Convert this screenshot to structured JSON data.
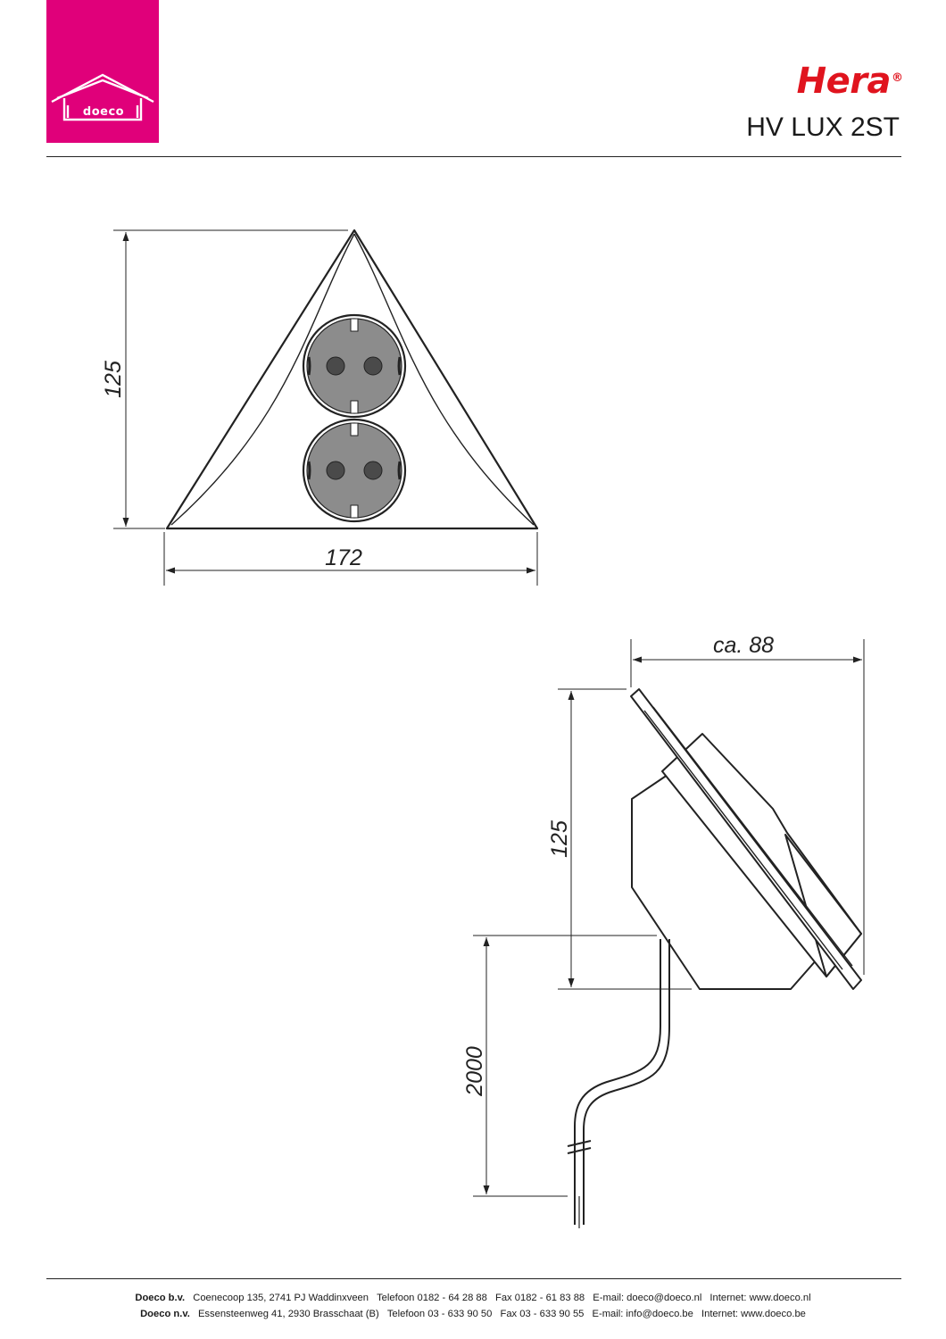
{
  "header": {
    "logo_text": "doeco",
    "brand": "Hera",
    "brand_mark": "®",
    "product_code": "HV LUX 2ST"
  },
  "front_view": {
    "height_label": "125",
    "width_label": "172"
  },
  "side_view": {
    "depth_label": "ca. 88",
    "height_label": "125",
    "cable_label": "2000"
  },
  "footer": {
    "line1": {
      "company": "Doeco b.v.",
      "address": "Coenecoop 135,   2741 PJ  Waddinxveen",
      "phone": "Telefoon 0182 - 64 28 88",
      "fax": "Fax 0182 - 61 83 88",
      "email": "E-mail: doeco@doeco.nl",
      "web": "Internet: www.doeco.nl"
    },
    "line2": {
      "company": "Doeco n.v.",
      "address": "Essensteenweg 41, 2930  Brasschaat (B)",
      "phone": "Telefoon 03 - 633 90 50",
      "fax": "Fax 03 - 633 90 55",
      "email": "E-mail: info@doeco.be",
      "web": "Internet: www.doeco.be"
    }
  },
  "colors": {
    "brand_pink": "#e0007a",
    "brand_red": "#e0141e",
    "socket_grey": "#8c8c8c"
  }
}
